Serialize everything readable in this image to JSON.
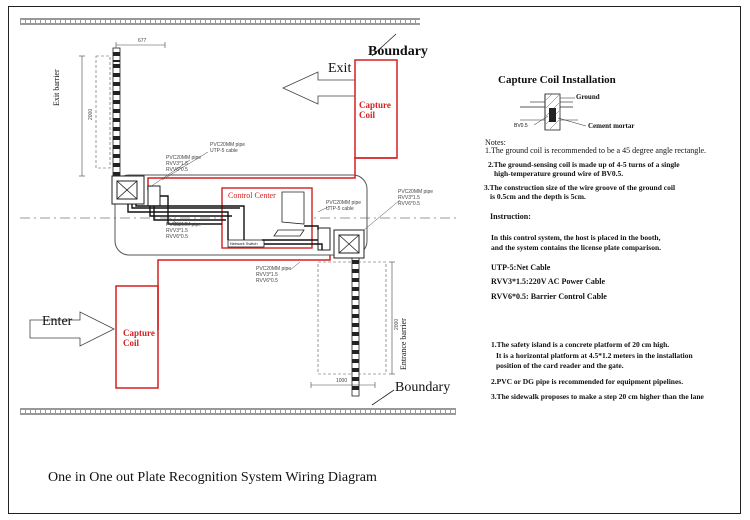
{
  "diagram": {
    "title": "One in One out Plate Recognition System Wiring Diagram",
    "boundary_top": "Boundary",
    "boundary_bottom": "Boundary",
    "exit_label": "Exit",
    "enter_label": "Enter",
    "capture_coil_top": "Capture\nCoil",
    "capture_coil_bottom": "Capture\nCoil",
    "control_center": "Control Center",
    "network_switch": "Network Switch",
    "exit_barrier": "Exit barrier",
    "entrance_barrier": "Entrance barrier",
    "dim_677": "677",
    "dim_2000_left": "2000",
    "dim_2000_right": "2000",
    "dim_1000": "1000",
    "cable_note_1": "PVC20MM pipe\nUTP-5 cable",
    "cable_note_2": "PVC20MM pipe\nRVV3*1.5\nRVV6*0.5",
    "cable_note_3": "PVC20MM pipe\nRVV3*1.5\nRVV6*0.5",
    "cable_note_4": "PVC20MM pipe\nUTP-5 cable",
    "cable_note_5": "PVC20MM pipe\nRVV3*1.5\nRVV6*0.5",
    "cable_note_6": "PVC20MM pipe\nRVV3*1.5\nRVV6*0.5"
  },
  "coil_panel": {
    "title": "Capture Coil Installation",
    "ground_label": "Ground",
    "bv_label": "BV0.5",
    "mortar_label": "Cement mortar",
    "notes_heading": "Notes:",
    "notes": [
      "1.The ground coil is recommended to be a 45 degree angle rectangle.",
      "2.The ground-sensing coil is made up of 4-5 turns of a single",
      "high-temperature ground wire of BV0.5.",
      "3.The construction size of the wire groove of the ground coil",
      "is 0.5cm and the depth is 5cm."
    ],
    "instruction_heading": "Instruction:",
    "instruction_lines": [
      "In this control system, the host is placed in the booth,",
      "and the system contains the license plate comparison."
    ],
    "cables": [
      "UTP-5:Net Cable",
      "RVV3*1.5:220V AC Power Cable",
      "RVV6*0.5: Barrier Control Cable"
    ],
    "requirements": [
      "1.The safety island is a concrete platform of 20 cm high.",
      "It is a horizontal platform at 4.5*1.2 meters in the installation",
      "position of the card reader and the gate.",
      "2.PVC or DG pipe is recommended for equipment pipelines.",
      "3.The sidewalk proposes to make a step 20 cm higher than the lane"
    ]
  },
  "colors": {
    "red": "#d42020",
    "line": "#222222",
    "grey": "#888888"
  }
}
